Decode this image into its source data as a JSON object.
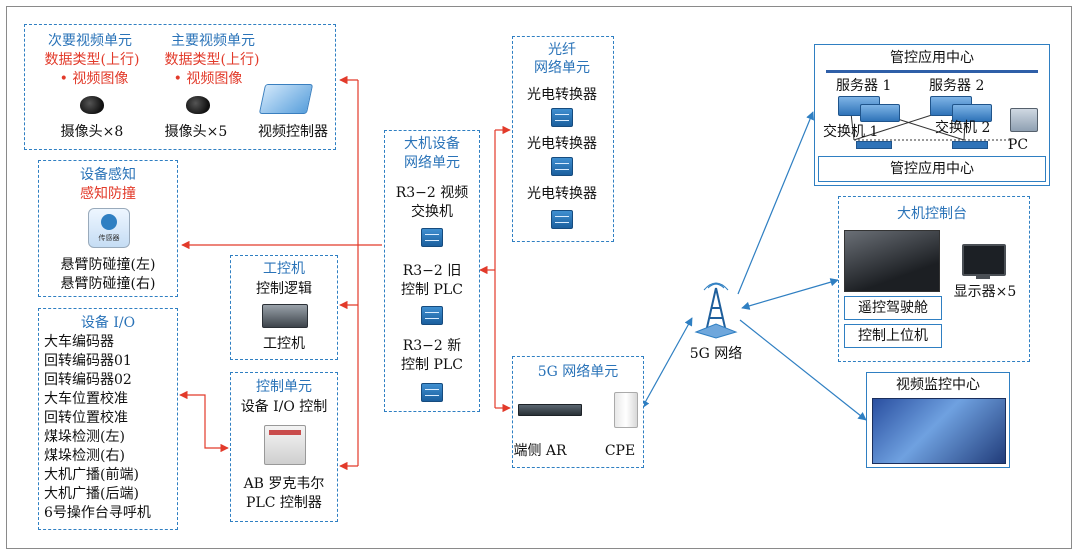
{
  "video_units": {
    "secondary": {
      "title": "次要视频单元",
      "data_type": "数据类型(上行)",
      "bullet": "• 视频图像",
      "device": "摄像头×8"
    },
    "primary": {
      "title": "主要视频单元",
      "data_type": "数据类型(上行)",
      "bullet": "• 视频图像",
      "device": "摄像头×5"
    },
    "controller": "视频控制器"
  },
  "sensing": {
    "title": "设备感知",
    "subtitle": "感知防撞",
    "sensor_label": "传感器",
    "items": [
      "悬臂防碰撞(左)",
      "悬臂防碰撞(右)"
    ]
  },
  "io": {
    "title": "设备 I/O",
    "items": [
      "大车编码器",
      "回转编码器01",
      "回转编码器02",
      "大车位置校准",
      "回转位置校准",
      "煤垛检测(左)",
      "煤垛检测(右)",
      "大机广播(前端)",
      "大机广播(后端)",
      "6号操作台寻呼机"
    ]
  },
  "ipc": {
    "title": "工控机",
    "subtitle": "控制逻辑",
    "device": "工控机"
  },
  "control_unit": {
    "title": "控制单元",
    "subtitle": "设备 I/O 控制",
    "device_line1": "AB 罗克韦尔",
    "device_line2": "PLC 控制器"
  },
  "machine_network": {
    "title_line1": "大机设备",
    "title_line2": "网络单元",
    "items": [
      [
        "R3−2 视频",
        "交换机"
      ],
      [
        "R3−2 旧",
        "控制 PLC"
      ],
      [
        "R3−2 新",
        "控制 PLC"
      ]
    ]
  },
  "fiber": {
    "title_line1": "光纤",
    "title_line2": "网络单元",
    "items": [
      "光电转换器",
      "光电转换器",
      "光电转换器"
    ]
  },
  "fiveg_unit": {
    "title": "5G 网络单元",
    "ar": "端侧 AR",
    "cpe": "CPE"
  },
  "fiveg_network": "5G 网络",
  "mgmt": {
    "top_title": "管控应用中心",
    "bottom_title": "管控应用中心",
    "server1": "服务器 1",
    "server2": "服务器 2",
    "switch1": "交换机 1",
    "switch2": "交换机 2",
    "pc": "PC"
  },
  "console": {
    "title": "大机控制台",
    "items": [
      "遥控驾驶舱",
      "控制上位机"
    ],
    "display": "显示器×5"
  },
  "monitor_center": {
    "title": "视频监控中心"
  },
  "colors": {
    "red_link": "#e23a2a",
    "blue_link": "#2f7fc2",
    "title_blue": "#2a73b8"
  }
}
